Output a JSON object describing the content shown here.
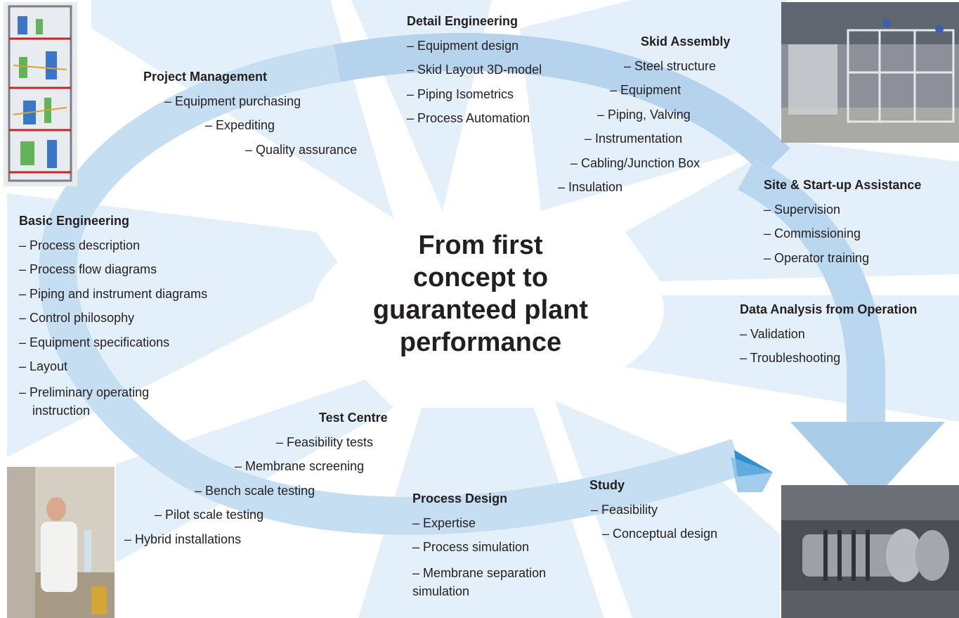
{
  "center_title": [
    "From first",
    "concept to",
    "guaranteed plant",
    "performance"
  ],
  "sections": [
    {
      "key": "project_management",
      "title": "Project Management",
      "items": [
        "– Equipment purchasing",
        "– Expediting",
        "– Quality assurance"
      ]
    },
    {
      "key": "detail_engineering",
      "title": "Detail Engineering",
      "items": [
        "– Equipment design",
        "– Skid Layout 3D-model",
        "– Piping Isometrics",
        "– Process Automation"
      ]
    },
    {
      "key": "skid_assembly",
      "title": "Skid Assembly",
      "items": [
        "– Steel structure",
        "– Equipment",
        "– Piping, Valving",
        "– Instrumentation",
        "– Cabling/Junction Box",
        "– Insulation"
      ]
    },
    {
      "key": "site_startup",
      "title": "Site & Start-up Assistance",
      "items": [
        "– Supervision",
        "– Commissioning",
        "– Operator training"
      ]
    },
    {
      "key": "data_analysis",
      "title": "Data Analysis from Operation",
      "items": [
        "– Validation",
        "– Troubleshooting"
      ]
    },
    {
      "key": "basic_engineering",
      "title": "Basic Engineering",
      "items": [
        "– Process description",
        "– Process flow diagrams",
        "– Piping and instrument diagrams",
        "– Control philosophy",
        "– Equipment specifications",
        "– Layout",
        "– Preliminary operating",
        "instruction"
      ]
    },
    {
      "key": "test_centre",
      "title": "Test Centre",
      "items": [
        "– Feasibility tests",
        "– Membrane screening",
        "– Bench scale testing",
        "– Pilot scale testing",
        "– Hybrid installations"
      ]
    },
    {
      "key": "process_design",
      "title": "Process Design",
      "items": [
        "– Expertise",
        "– Process simulation",
        "– Membrane separation",
        "simulation"
      ]
    },
    {
      "key": "study",
      "title": "Study",
      "items": [
        "– Feasibility",
        "– Conceptual design"
      ]
    }
  ],
  "colors": {
    "ray": "#e3eff8",
    "band": "#a9cde9",
    "band_light": "#c4ddf1",
    "accent": "#2b8fd0",
    "text": "#231f20"
  },
  "photos": [
    "skid-3d-model",
    "skid-assembly-photo",
    "lab-technician-photo",
    "installed-plant-photo"
  ]
}
